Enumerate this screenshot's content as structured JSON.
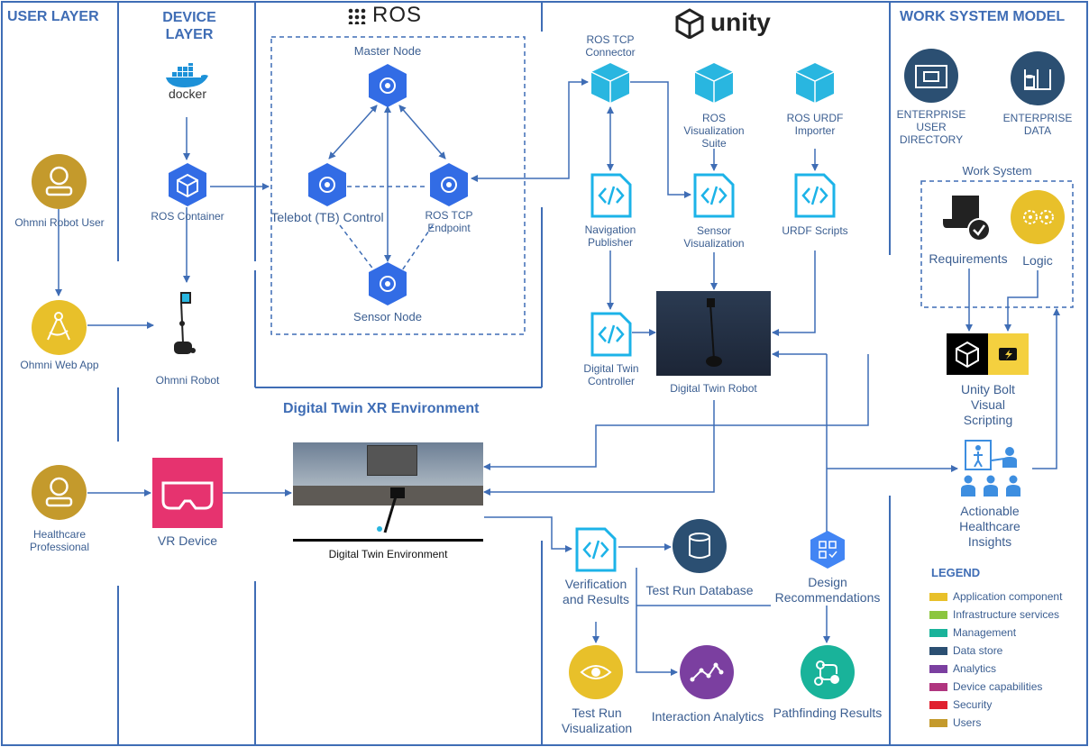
{
  "headers": {
    "user_layer": "USER LAYER",
    "device_layer": "DEVICE LAYER",
    "ros": "ROS",
    "unity": "unity",
    "work_system_model": "WORK SYSTEM MODEL",
    "xr_env": "Digital Twin XR Environment"
  },
  "user": {
    "ohmni_user": "Ohmni Robot User",
    "web_app": "Ohmni Web App",
    "healthcare_pro": "Healthcare Professional"
  },
  "device": {
    "docker": "docker",
    "ros_container": "ROS Container",
    "ohmni_robot": "Ohmni Robot",
    "vr_device": "VR Device"
  },
  "ros_nodes": {
    "master": "Master Node",
    "telebot": "Telebot (TB) Control",
    "tcp_endpoint": "ROS TCP Endpoint",
    "sensor": "Sensor Node"
  },
  "unity_nodes": {
    "tcp_connector": "ROS TCP Connector",
    "vis_suite": "ROS Visualization Suite",
    "urdf_importer": "ROS URDF Importer",
    "nav_publisher": "Navigation Publisher",
    "sensor_vis": "Sensor Visualization",
    "urdf_scripts": "URDF Scripts",
    "dt_controller": "Digital Twin Controller",
    "dt_robot": "Digital Twin Robot"
  },
  "work_system": {
    "enterprise_user_dir": "ENTERPRISE USER DIRECTORY",
    "enterprise_data": "ENTERPRISE DATA",
    "work_system": "Work System",
    "requirements": "Requirements",
    "logic": "Logic",
    "unity_bolt": "Unity Bolt Visual Scripting",
    "insights": "Actionable Healthcare Insights"
  },
  "xr": {
    "dt_environment": "Digital Twin Environment",
    "verification": "Verification and Results",
    "test_db": "Test Run Database",
    "design_rec": "Design Recommendations",
    "test_vis": "Test Run Visualization",
    "interaction_analytics": "Interaction Analytics",
    "pathfinding": "Pathfinding Results"
  },
  "legend": {
    "title": "LEGEND",
    "items": [
      {
        "label": "Application component",
        "color": "#e8c02a"
      },
      {
        "label": "Infrastructure services",
        "color": "#8cc63f"
      },
      {
        "label": "Management",
        "color": "#19b39a"
      },
      {
        "label": "Data store",
        "color": "#2b4f72"
      },
      {
        "label": "Analytics",
        "color": "#7b3fa0"
      },
      {
        "label": "Device capabilities",
        "color": "#b0357f"
      },
      {
        "label": "Security",
        "color": "#e0212f"
      },
      {
        "label": "Users",
        "color": "#c49a2c"
      }
    ]
  },
  "colors": {
    "border": "#3f6db5",
    "users": "#c49a2c",
    "app": "#e8c02a",
    "k8s_blue": "#326ce5",
    "cube": "#29b6e0",
    "script": "#1cb3e8",
    "data_store": "#2b4f72",
    "analytics": "#7b3fa0",
    "management": "#19b39a",
    "device": "#e6336f"
  }
}
